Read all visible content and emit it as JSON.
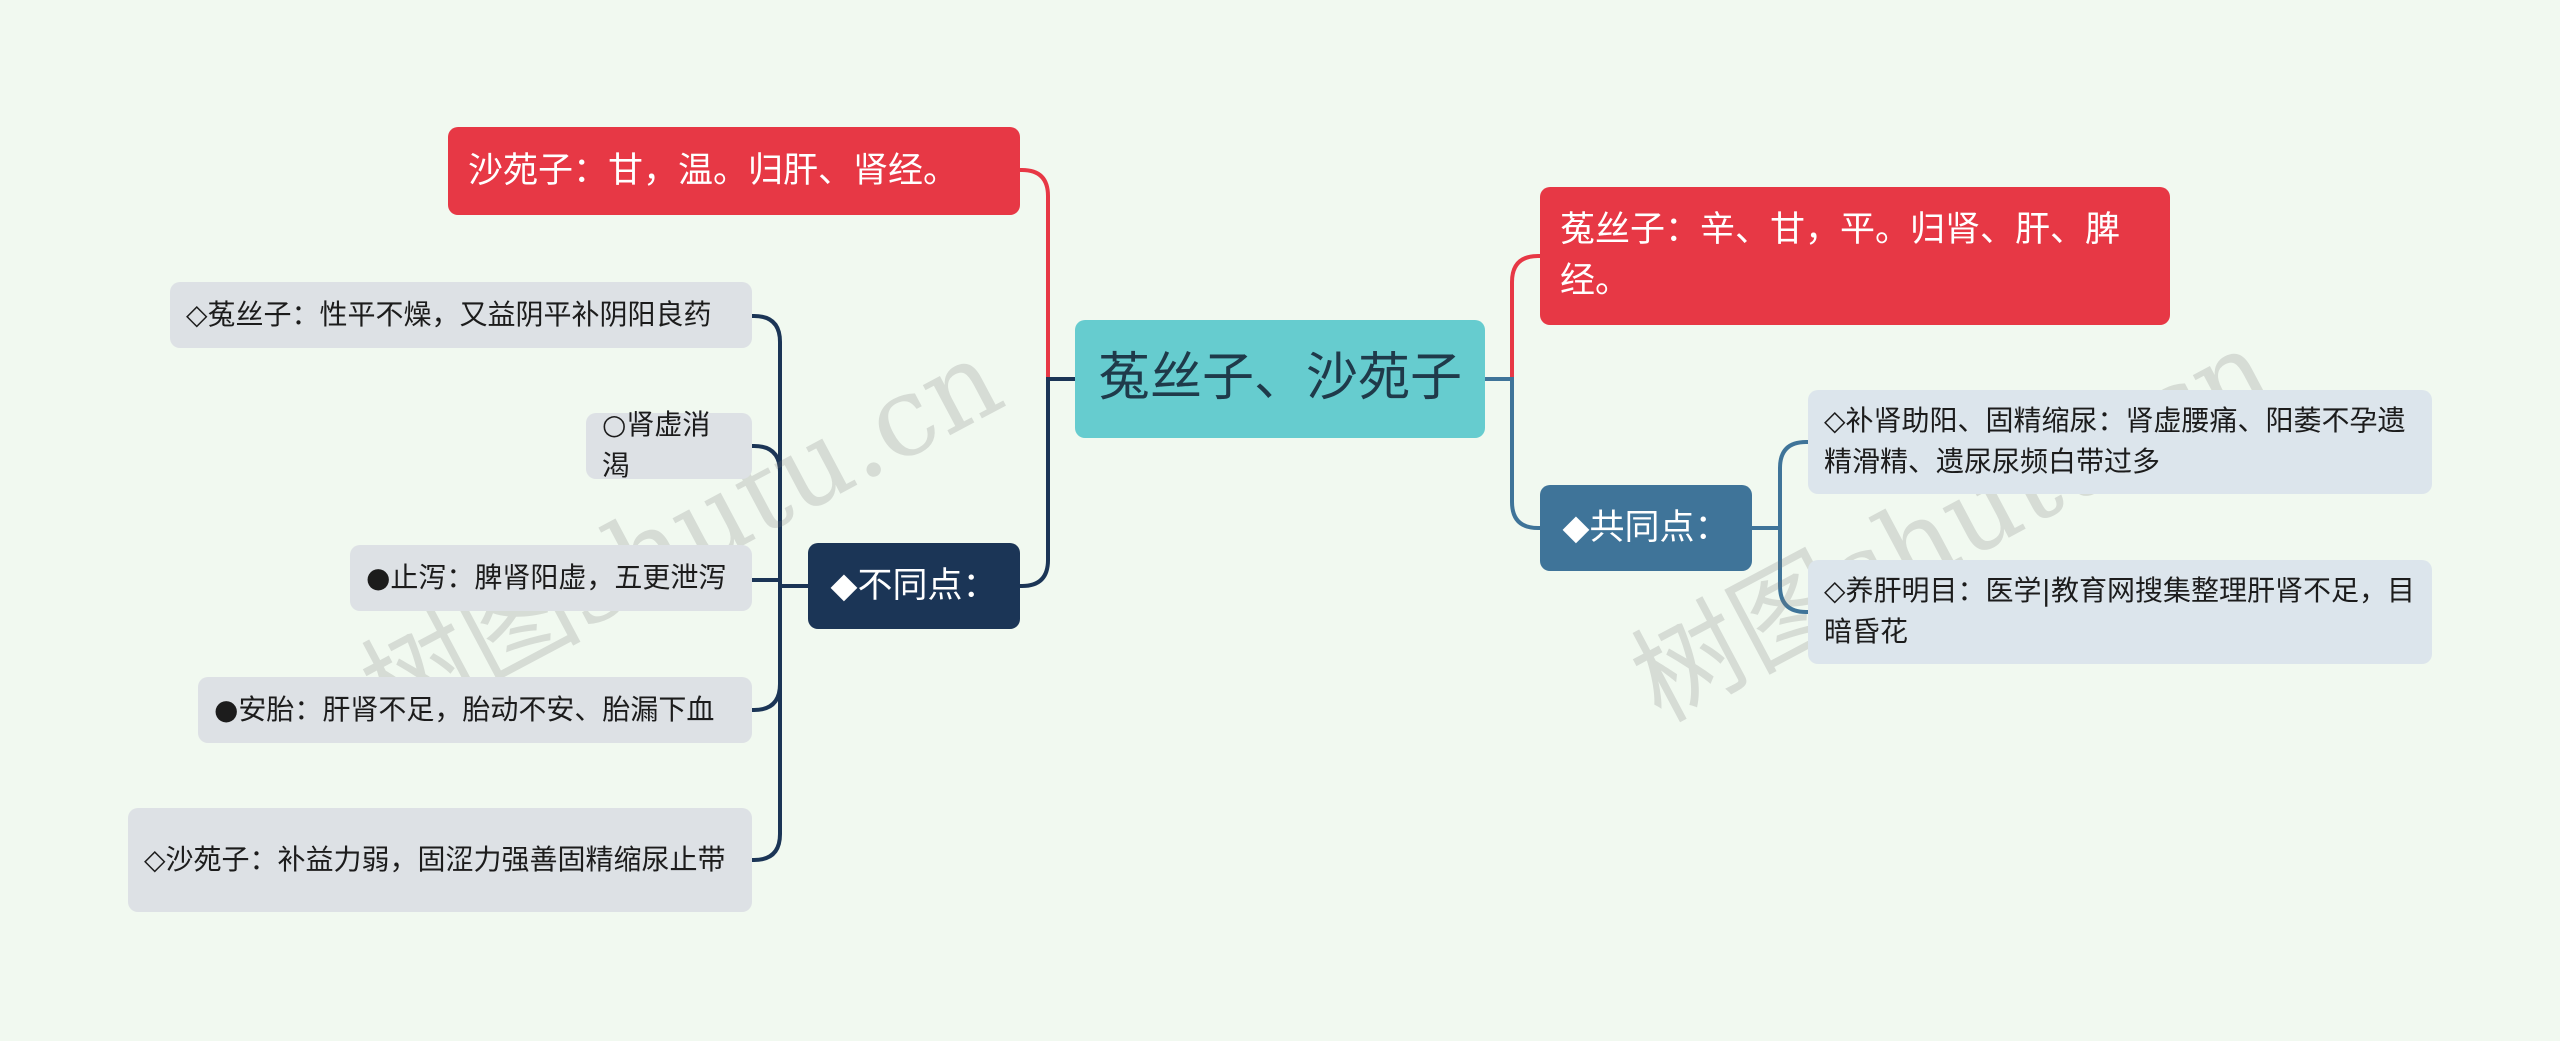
{
  "root": {
    "label": "菟丝子、沙苑子"
  },
  "left": {
    "top_node": {
      "label": "沙苑子：甘，温。归肝、肾经。"
    },
    "diff": {
      "label": "◆不同点：",
      "items": [
        "◇菟丝子：性平不燥，又益阴平补阴阳良药",
        "○肾虚消渴",
        "●止泻：脾肾阳虚，五更泄泻",
        "●安胎：肝肾不足，胎动不安、胎漏下血",
        "◇沙苑子：补益力弱，固涩力强善固精缩尿止带"
      ]
    }
  },
  "right": {
    "top_node": {
      "label": "菟丝子：辛、甘，平。归肾、肝、脾经。"
    },
    "common": {
      "label": "◆共同点：",
      "items": [
        "◇补肾助阳、固精缩尿：肾虚腰痛、阳萎不孕遗精滑精、遗尿尿频白带过多",
        "◇养肝明目：医学|教育网搜集整理肝肾不足，目暗昏花"
      ]
    }
  },
  "watermarks": [
    "树图shutu.cn",
    "树图shutu.cn"
  ],
  "colors": {
    "background": "#f1f9f0",
    "root": "#66cccf",
    "red": "#e73845",
    "dark_navy": "#1b3556",
    "steel_blue": "#3f7499",
    "leaf_gray": "#dde1e5"
  }
}
